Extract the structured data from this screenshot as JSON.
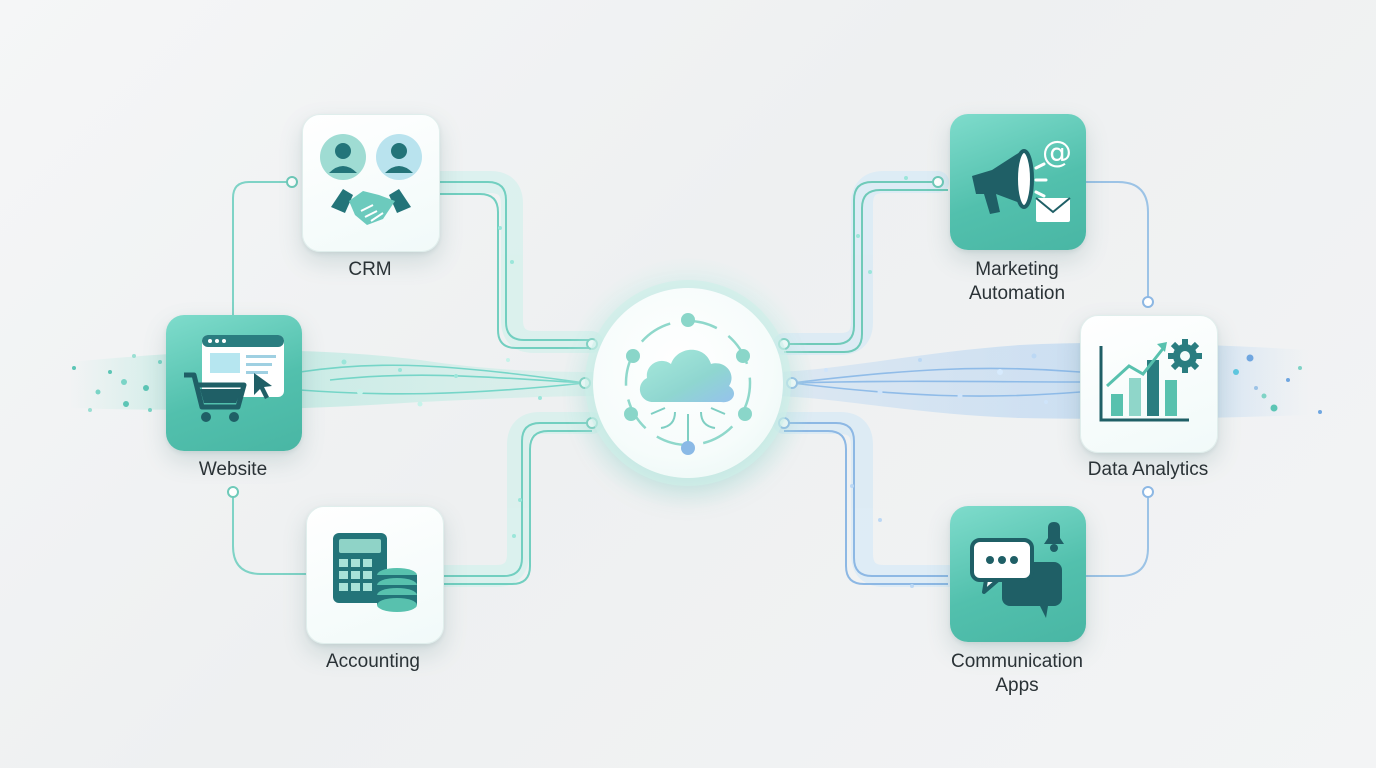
{
  "nodes": {
    "crm": {
      "label": "CRM",
      "icon": "handshake-icon"
    },
    "website": {
      "label": "Website",
      "icon": "shopping-cart-icon"
    },
    "accounting": {
      "label": "Accounting",
      "icon": "calculator-icon"
    },
    "marketing": {
      "label_line1": "Marketing",
      "label_line2": "Automation",
      "icon": "megaphone-icon"
    },
    "analytics": {
      "label": "Data Analytics",
      "icon": "bar-chart-icon"
    },
    "communication": {
      "label_line1": "Communication",
      "label_line2": "Apps",
      "icon": "chat-bubbles-icon"
    }
  },
  "hub": {
    "icon": "cloud-icon"
  },
  "colors": {
    "teal": "#52c0ad",
    "teal_dark": "#1f6f74",
    "blue": "#8fb8e8",
    "line_teal": "#7fd3c6",
    "line_blue": "#9cc3e6"
  }
}
